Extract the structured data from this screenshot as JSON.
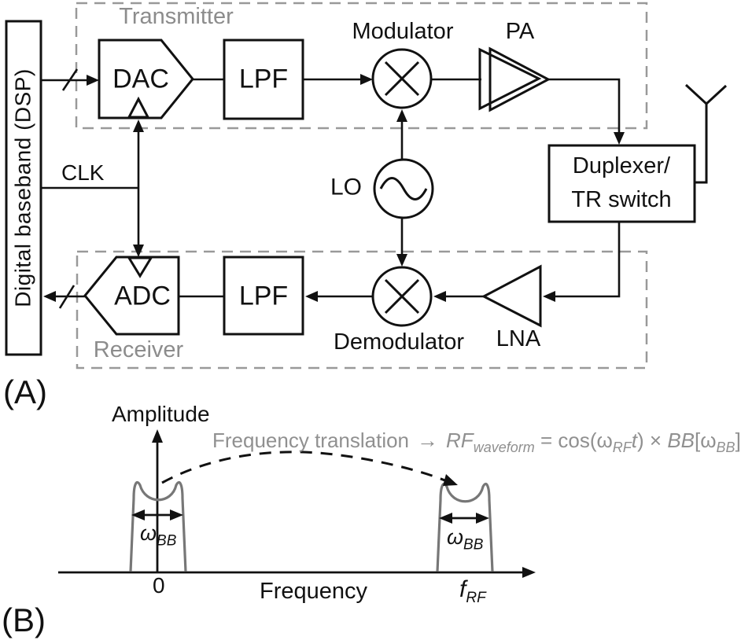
{
  "panel_a": {
    "label": "(A)",
    "dsp_label": "Digital baseband (DSP)",
    "clk_label": "CLK",
    "transmitter": {
      "label": "Transmitter",
      "dac": "DAC",
      "lpf": "LPF",
      "modulator": "Modulator",
      "pa": "PA"
    },
    "lo_label": "LO",
    "duplexer": {
      "line1": "Duplexer/",
      "line2": "TR switch"
    },
    "receiver": {
      "label": "Receiver",
      "adc": "ADC",
      "lpf": "LPF",
      "demodulator": "Demodulator",
      "lna": "LNA"
    }
  },
  "panel_b": {
    "label": "(B)",
    "y_axis_label": "Amplitude",
    "x_axis_label": "Frequency",
    "origin_tick": "0",
    "rf_tick": {
      "base": "f",
      "sub": "RF"
    },
    "bb_bandwidth": {
      "base": "ω",
      "sub": "BB"
    },
    "rf_bandwidth": {
      "base": "ω",
      "sub": "BB"
    },
    "annotation": {
      "prefix": "Frequency translation",
      "arrow": "→",
      "rf": "RF",
      "rf_sub": "waveform",
      "eq": " = cos(ω",
      "lo_sub": "RF",
      "t_var": "t",
      "mid": ") × ",
      "bb": "BB",
      "open": "[ω",
      "bb_sub": "BB",
      "close": "]"
    }
  },
  "colors": {
    "line_black": "#111111",
    "dashed_gray": "#999999",
    "label_gray": "#8c8c8c",
    "spectrum_gray": "#777777",
    "background": "#ffffff"
  }
}
